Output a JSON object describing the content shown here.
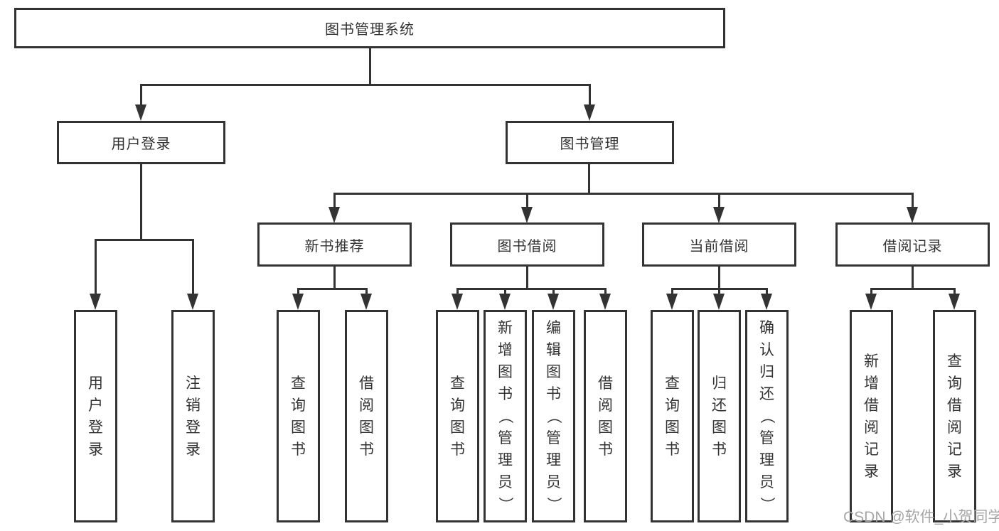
{
  "colors": {
    "line": "#333333",
    "text": "#333333",
    "background": "#ffffff",
    "watermark": "#a6a6a6"
  },
  "watermark": {
    "text": "CSDN @软件_小贺同学"
  },
  "tree": {
    "root": {
      "label": "图书管理系统"
    },
    "branches": [
      {
        "label": "用户登录",
        "children": [
          {
            "label": "用户登录"
          },
          {
            "label": "注销登录"
          }
        ]
      },
      {
        "label": "图书管理",
        "groups": [
          {
            "label": "新书推荐",
            "children": [
              {
                "label": "查询图书"
              },
              {
                "label": "借阅图书"
              }
            ]
          },
          {
            "label": "图书借阅",
            "children": [
              {
                "label": "查询图书"
              },
              {
                "label": "新增图书（管理员）"
              },
              {
                "label": "编辑图书（管理员）"
              },
              {
                "label": "借阅图书"
              }
            ]
          },
          {
            "label": "当前借阅",
            "children": [
              {
                "label": "查询图书"
              },
              {
                "label": "归还图书"
              },
              {
                "label": "确认归还（管理员）"
              }
            ]
          },
          {
            "label": "借阅记录",
            "children": [
              {
                "label": "新增借阅记录"
              },
              {
                "label": "查询借阅记录"
              }
            ]
          }
        ]
      }
    ]
  }
}
